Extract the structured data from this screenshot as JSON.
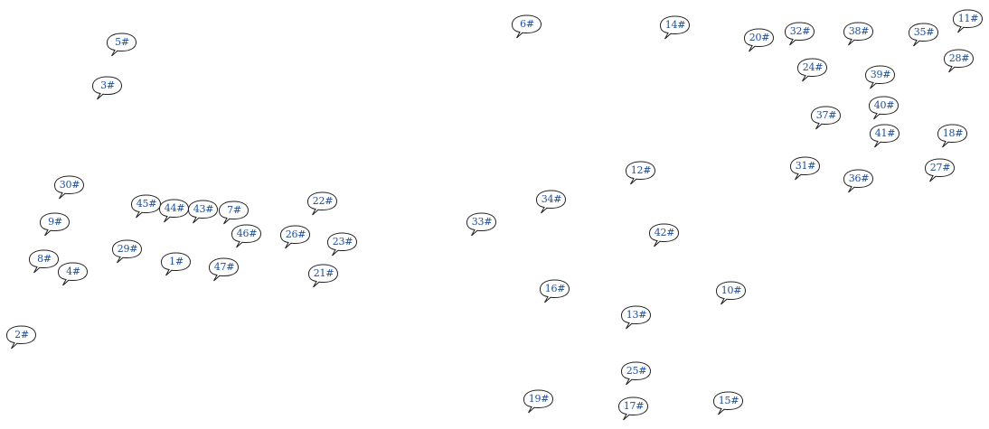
{
  "map": {
    "label_color": "#1a4f9c",
    "bubble_stroke": "#222222",
    "background": "#ffffff",
    "markers": [
      {
        "id": "m5",
        "label": "5#"
      },
      {
        "id": "m3",
        "label": "3#"
      },
      {
        "id": "m30",
        "label": "30#"
      },
      {
        "id": "m9",
        "label": "9#"
      },
      {
        "id": "m8",
        "label": "8#"
      },
      {
        "id": "m4",
        "label": "4#"
      },
      {
        "id": "m2",
        "label": "2#"
      },
      {
        "id": "m45",
        "label": "45#"
      },
      {
        "id": "m44",
        "label": "44#"
      },
      {
        "id": "m43",
        "label": "43#"
      },
      {
        "id": "m7",
        "label": "7#"
      },
      {
        "id": "m29",
        "label": "29#"
      },
      {
        "id": "m1",
        "label": "1#"
      },
      {
        "id": "m47",
        "label": "47#"
      },
      {
        "id": "m46",
        "label": "46#"
      },
      {
        "id": "m26",
        "label": "26#"
      },
      {
        "id": "m22",
        "label": "22#"
      },
      {
        "id": "m23",
        "label": "23#"
      },
      {
        "id": "m21",
        "label": "21#"
      },
      {
        "id": "m6",
        "label": "6#"
      },
      {
        "id": "m33",
        "label": "33#"
      },
      {
        "id": "m34",
        "label": "34#"
      },
      {
        "id": "m16",
        "label": "16#"
      },
      {
        "id": "m19",
        "label": "19#"
      },
      {
        "id": "m14",
        "label": "14#"
      },
      {
        "id": "m12",
        "label": "12#"
      },
      {
        "id": "m42",
        "label": "42#"
      },
      {
        "id": "m13",
        "label": "13#"
      },
      {
        "id": "m25",
        "label": "25#"
      },
      {
        "id": "m17",
        "label": "17#"
      },
      {
        "id": "m10",
        "label": "10#"
      },
      {
        "id": "m15",
        "label": "15#"
      },
      {
        "id": "m20",
        "label": "20#"
      },
      {
        "id": "m32",
        "label": "32#"
      },
      {
        "id": "m24",
        "label": "24#"
      },
      {
        "id": "m37",
        "label": "37#"
      },
      {
        "id": "m31",
        "label": "31#"
      },
      {
        "id": "m38",
        "label": "38#"
      },
      {
        "id": "m39",
        "label": "39#"
      },
      {
        "id": "m40",
        "label": "40#"
      },
      {
        "id": "m41",
        "label": "41#"
      },
      {
        "id": "m36",
        "label": "36#"
      },
      {
        "id": "m35",
        "label": "35#"
      },
      {
        "id": "m11",
        "label": "11#"
      },
      {
        "id": "m28",
        "label": "28#"
      },
      {
        "id": "m18",
        "label": "18#"
      },
      {
        "id": "m27",
        "label": "27#"
      }
    ]
  }
}
